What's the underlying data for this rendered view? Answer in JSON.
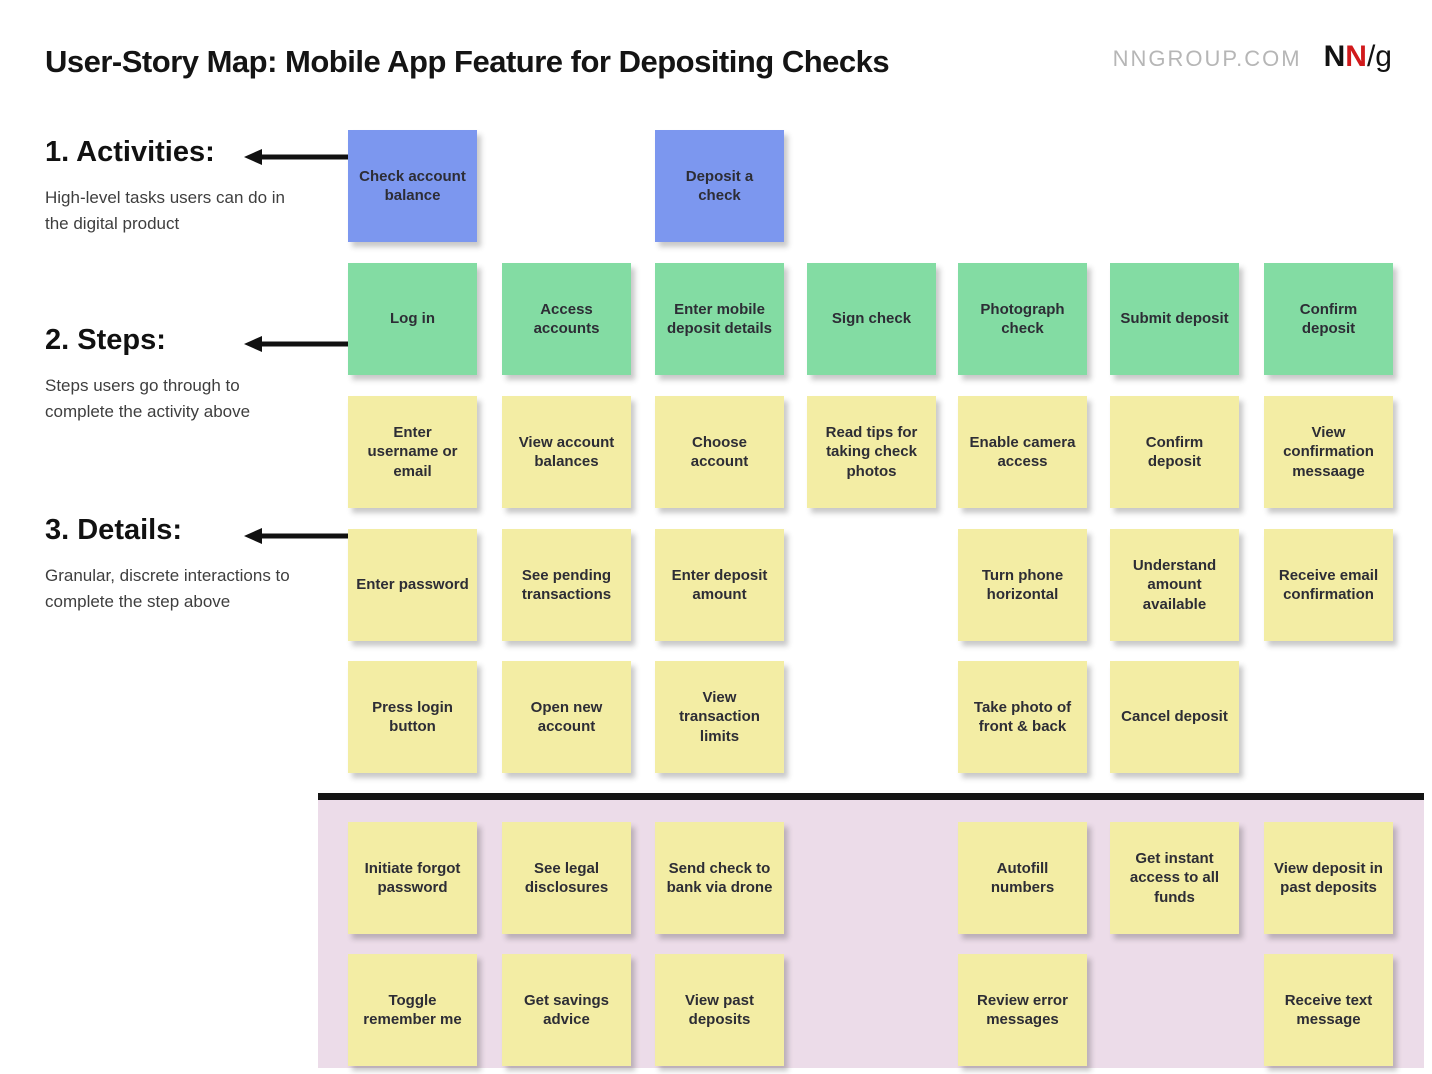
{
  "header": {
    "title": "User-Story Map: Mobile App Feature for Depositing Checks",
    "site": "NNGROUP.COM",
    "logo": {
      "n1": "N",
      "n2": "N",
      "slash_g": "/g"
    }
  },
  "legend": {
    "activities": {
      "heading": "1. Activities:",
      "description": "High-level tasks users can do in the digital product"
    },
    "steps": {
      "heading": "2. Steps:",
      "description": "Steps users go through to complete the activity above"
    },
    "details": {
      "heading": "3. Details:",
      "description": "Granular, discrete interactions to complete the step above"
    }
  },
  "colors": {
    "activity_card": "#7c97ef",
    "step_card": "#83dca3",
    "detail_card": "#f3eda4",
    "backlog_background": "#ecdce9",
    "divider": "#141414",
    "logo_red": "#d11a1c"
  },
  "cards": {
    "activities": [
      "Check account balance",
      "Deposit a check"
    ],
    "steps": [
      "Log in",
      "Access accounts",
      "Enter mobile deposit details",
      "Sign check",
      "Photograph check",
      "Submit deposit",
      "Confirm deposit"
    ],
    "details_row1": [
      "Enter username or email",
      "View account balances",
      "Choose account",
      "Read tips for taking check photos",
      "Enable camera access",
      "Confirm deposit",
      "View confirmation messaage"
    ],
    "details_row2": [
      "Enter password",
      "See pending transactions",
      "Enter deposit amount",
      "Turn phone horizontal",
      "Understand amount available",
      "Receive email confirmation"
    ],
    "details_row3": [
      "Press login button",
      "Open new account",
      "View transaction limits",
      "Take photo of front & back",
      "Cancel deposit"
    ],
    "backlog_row1": [
      "Initiate forgot password",
      "See legal disclosures",
      "Send check to bank via drone",
      "Autofill numbers",
      "Get instant access to all funds",
      "View deposit in past deposits"
    ],
    "backlog_row2": [
      "Toggle remember me",
      "Get savings advice",
      "View past deposits",
      "Review error messages",
      "Receive text message"
    ]
  }
}
